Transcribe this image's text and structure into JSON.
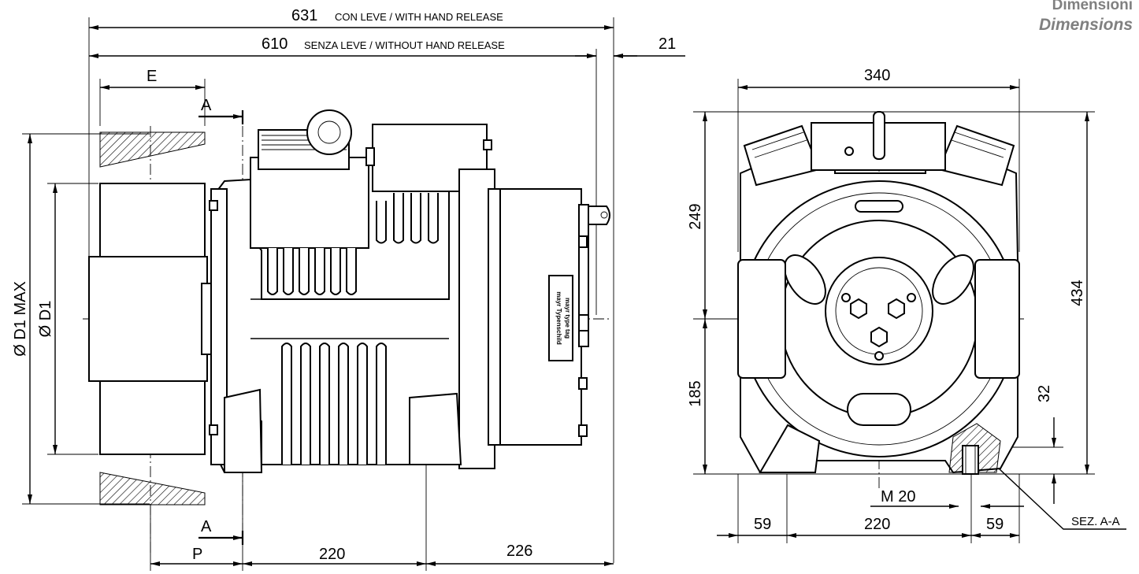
{
  "header": {
    "title_it": "Dimensioni",
    "title_en": "Dimensions"
  },
  "side_view": {
    "dim_631": {
      "value": "631",
      "label": "CON LEVE / WITH HAND RELEASE"
    },
    "dim_610": {
      "value": "610",
      "label": "SENZA LEVE / WITHOUT HAND RELEASE"
    },
    "dim_21": "21",
    "dim_E": "E",
    "dim_P": "P",
    "dim_220": "220",
    "dim_226": "226",
    "section_A_top": "A",
    "section_A_bottom": "A",
    "dim_D1_max": "Ø D1 MAX",
    "dim_D1": "Ø D1",
    "type_tag_line1": "mayr Typenschild",
    "type_tag_line2": "mayr type tag"
  },
  "front_view": {
    "dim_340": "340",
    "dim_249": "249",
    "dim_185": "185",
    "dim_434": "434",
    "dim_32": "32",
    "thread": "M 20",
    "dim_59_left": "59",
    "dim_220": "220",
    "dim_59_right": "59",
    "section_label": "SEZ. A-A"
  }
}
